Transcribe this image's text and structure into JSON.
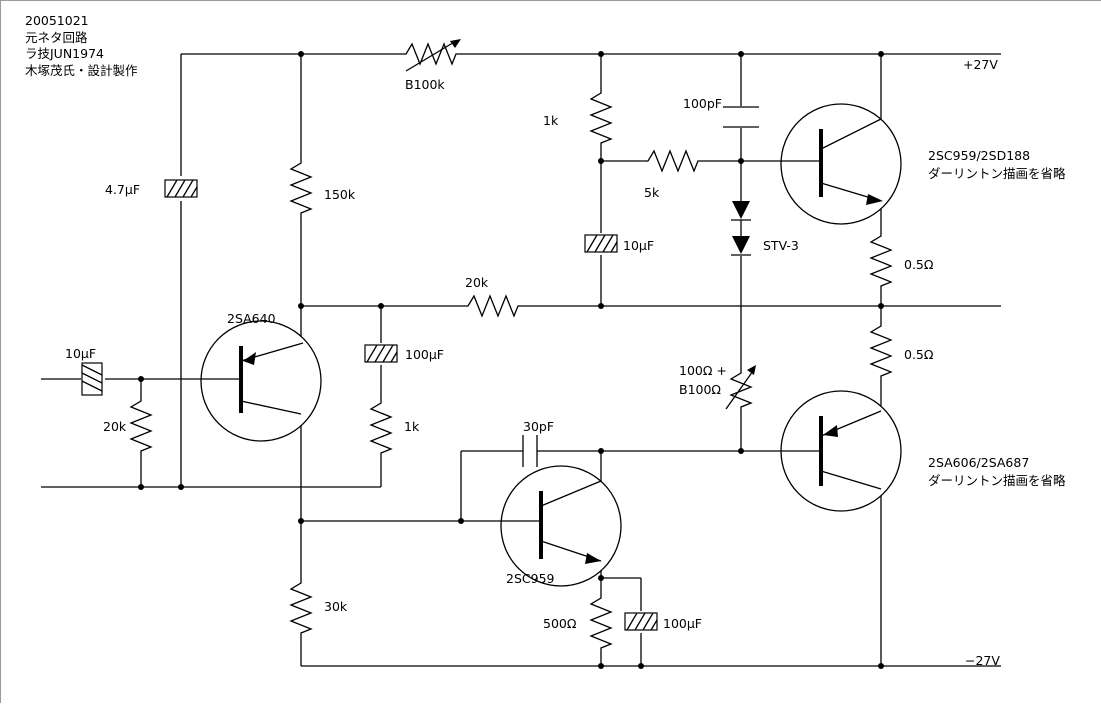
{
  "header": {
    "date": "20051021",
    "line1": "元ネタ回路",
    "line2": "ラ技JUN1974",
    "line3": "木塚茂氏・設計製作"
  },
  "rails": {
    "positive": "+27V",
    "negative": "−27V"
  },
  "labels": {
    "vr_top": "B100k",
    "c_bootstrap": "4.7μF",
    "r_150k": "150k",
    "r_1k_top": "1k",
    "c_100pf": "100pF",
    "r_5k": "5k",
    "c_10uf_mid": "10μF",
    "diode": "STV-3",
    "r_20k_mid": "20k",
    "q_input": "2SA640",
    "c_input": "10μF",
    "r_20k_in": "20k",
    "c_100uf_fb": "100μF",
    "r_1k_fb": "1k",
    "vr_bias_1": "100Ω +",
    "vr_bias_2": "B100Ω",
    "q_upper_1": "2SC959/2SD188",
    "q_upper_2": "ダーリントン描画を省略",
    "r_05_upper": "0.5Ω",
    "r_05_lower": "0.5Ω",
    "q_lower_1": "2SA606/2SA687",
    "q_lower_2": "ダーリントン描画を省略",
    "c_30pf": "30pF",
    "q_driver": "2SC959",
    "r_30k": "30k",
    "r_500": "500Ω",
    "c_100uf_em": "100μF"
  }
}
